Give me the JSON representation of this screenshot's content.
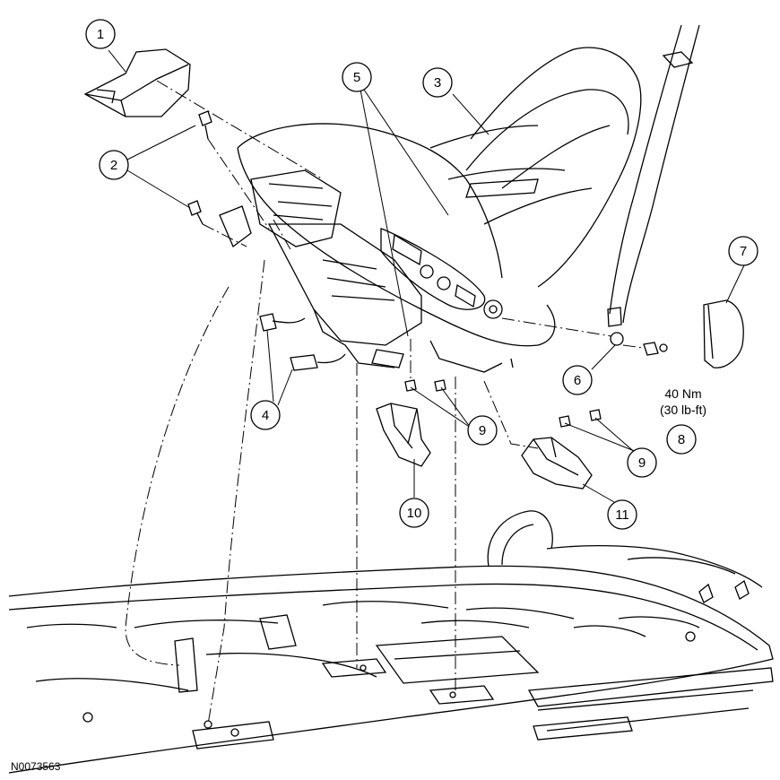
{
  "callouts": [
    "1",
    "2",
    "3",
    "4",
    "5",
    "6",
    "7",
    "8",
    "9",
    "9",
    "10",
    "11"
  ],
  "torque_spec": {
    "metric": "40 Nm",
    "imperial": "(30 lb-ft)"
  },
  "figure_id": "N0073563"
}
